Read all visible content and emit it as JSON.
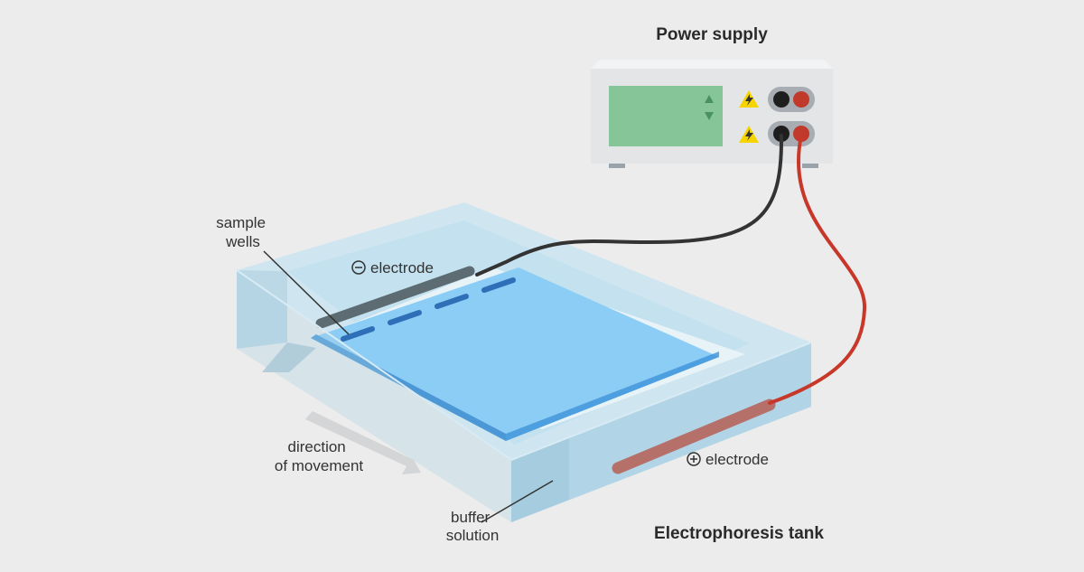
{
  "title_power_supply": "Power supply",
  "title_tank": "Electrophoresis tank",
  "labels": {
    "sample_wells": [
      "sample",
      "wells"
    ],
    "neg_electrode": "electrode",
    "pos_electrode": "electrode",
    "direction": [
      "direction",
      "of movement"
    ],
    "buffer": [
      "buffer",
      "solution"
    ]
  },
  "colors": {
    "background": "#ececec",
    "power_body": "#e3e5e7",
    "display": "#86c597",
    "gel": "#8ccdf6",
    "gel_edge": "#3f93d9",
    "tank_glass": "#b9dcec",
    "lead_black": "#333333",
    "lead_red": "#c8382a",
    "neg_rod": "#5d6b72",
    "pos_rod": "#b6706a",
    "warning": "#f5d400"
  },
  "icons": [
    "up-arrow-icon",
    "down-arrow-icon",
    "warning-icon",
    "minus-circle-icon",
    "plus-circle-icon",
    "direction-arrow-icon"
  ]
}
